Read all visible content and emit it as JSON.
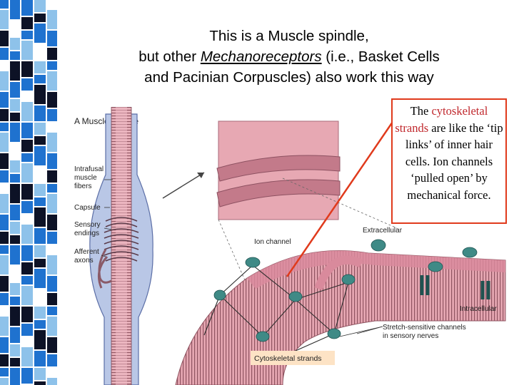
{
  "title": {
    "line1": "This is a Muscle spindle,",
    "line2_prefix": "but other ",
    "line2_term": "Mechanoreceptors",
    "line2_suffix": " (i.e., Basket Cells",
    "line3": "and Pacinian Corpuscles) also work this way"
  },
  "figure": {
    "heading": "A  Muscle spindle",
    "labels": {
      "intrafusal": [
        "Intrafusal",
        "muscle",
        "fibers"
      ],
      "capsule": "Capsule",
      "sensory": [
        "Sensory",
        "endings"
      ],
      "afferent": [
        "Afferent",
        "axons"
      ],
      "ion_channel": "Ion channel",
      "extracellular": "Extracellular",
      "intracellular": "Intracellular",
      "stretch": [
        "Stretch-sensitive channels",
        "in sensory nerves"
      ],
      "cytoskeletal": "Cytoskeletal strands"
    }
  },
  "callout": {
    "pre": "The ",
    "highlight": "cytoskeletal strands",
    "post": " are like the ‘tip links’ of inner hair cells. Ion channels ‘pulled open’ by mechanical force."
  },
  "colors": {
    "stripe_blue": "#1f72cf",
    "stripe_light": "#8ec2ea",
    "stripe_dark": "#0d1226",
    "membrane_pink": "#d98a9c",
    "channel_teal": "#3f8a86",
    "callout_border": "#e03a1c"
  }
}
